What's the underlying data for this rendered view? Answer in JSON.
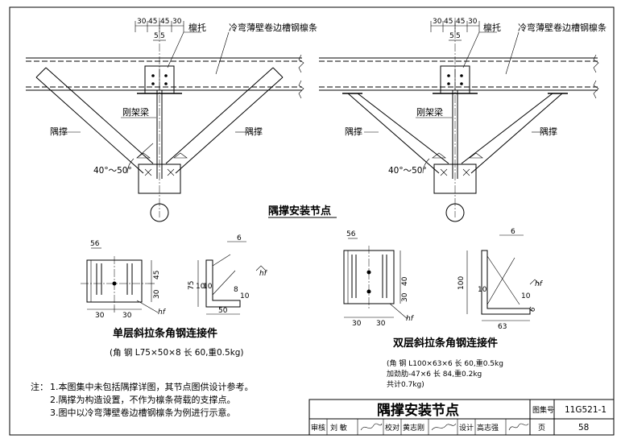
{
  "drawing": {
    "top_details": [
      {
        "dims": [
          "30",
          "45",
          "45",
          "30"
        ],
        "dims_small": [
          "5",
          "5"
        ],
        "label_purlin_bracket": "檩托",
        "label_purlin": "冷弯薄壁卷边槽钢檩条",
        "label_frame_beam": "刚架梁",
        "label_brace_left": "隅撑",
        "label_brace_right": "隅撑",
        "angle": "40°～50°"
      },
      {
        "dims": [
          "30",
          "45",
          "45",
          "30"
        ],
        "dims_small": [
          "5",
          "5"
        ],
        "label_purlin_bracket": "檩托",
        "label_purlin": "冷弯薄壁卷边槽钢檩条",
        "label_frame_beam": "刚架梁",
        "label_brace_left": "隅撑",
        "label_brace_right": "隅撑",
        "angle": "40°～50°"
      }
    ],
    "section_title": "隅撑安装节点",
    "single": {
      "title": "单层斜拉条角钢连接件",
      "spec": "(角 钢 L75×50×8 长 60,重0.5kg)",
      "dims": {
        "top_56": "56",
        "h1": "30",
        "h2": "45",
        "w1": "30",
        "w2": "30",
        "weld": "6",
        "side_75": "75",
        "side_10a": "10",
        "side_10b": "10",
        "side_8": "8",
        "side_10c": "10",
        "side_50": "50",
        "hf": "hf"
      }
    },
    "double": {
      "title": "双层斜拉条角钢连接件",
      "spec_lines": [
        "(角 钢 L100×63×6 长 60,重0.5kg",
        "加劲肋-47×6 长 84,重0.2kg",
        "共计0.7kg)"
      ],
      "dims": {
        "top_56": "56",
        "h1": "30",
        "h2": "40",
        "w1": "30",
        "w2": "30",
        "weld": "6",
        "side_100": "100",
        "side_10a": "10",
        "side_10b": "10",
        "side_6": "6",
        "side_63": "63",
        "hf": "hf"
      }
    },
    "notes": {
      "prefix": "注：",
      "items": [
        "1.本图集中未包括隅撑详图，其节点图供设计参考。",
        "2.隅撑为构造设置，不作为檩条荷载的支撑点。",
        "3.图中以冷弯薄壁卷边槽钢檩条为例进行示意。"
      ]
    },
    "title_block": {
      "title": "隅撑安装节点",
      "atlas_label": "图集号",
      "atlas_no": "11G521-1",
      "review_label": "审核",
      "review_name": "刘 敏",
      "check_label": "校对",
      "check_name": "黄志刚",
      "design_label": "设计",
      "design_name": "高志强",
      "page_label": "页",
      "page_no": "58"
    }
  }
}
